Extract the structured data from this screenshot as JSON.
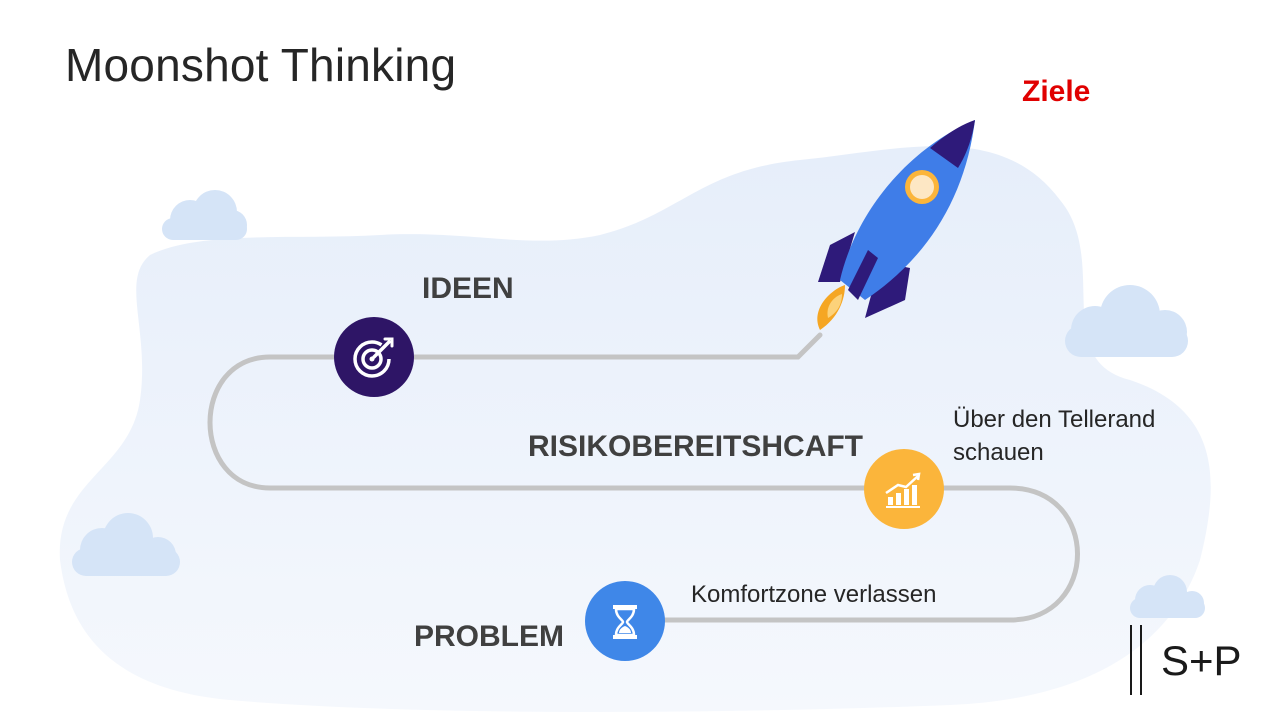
{
  "slide": {
    "title": "Moonshot Thinking",
    "goal_label": "Ziele",
    "stages": [
      {
        "label": "IDEEN",
        "icon": "target-icon",
        "color": "#2e1566"
      },
      {
        "label": "RISIKOBEREITSHCAFT",
        "icon": "growth-chart-icon",
        "color": "#fbb53b"
      },
      {
        "label": "PROBLEM",
        "icon": "hourglass-icon",
        "color": "#3f87e8"
      }
    ],
    "notes": {
      "risk_line1": "Über den Tellerand",
      "risk_line2": "schauen",
      "problem": "Komfortzone verlassen"
    },
    "logo": "S+P",
    "colors": {
      "background_blob": "#eaf1fb",
      "cloud": "#d5e4f7",
      "path": "#c4c4c4",
      "rocket_body": "#3f7de8",
      "rocket_dark": "#2e1a7a",
      "flame": "#f5a623",
      "goal_text": "#e00000"
    }
  }
}
